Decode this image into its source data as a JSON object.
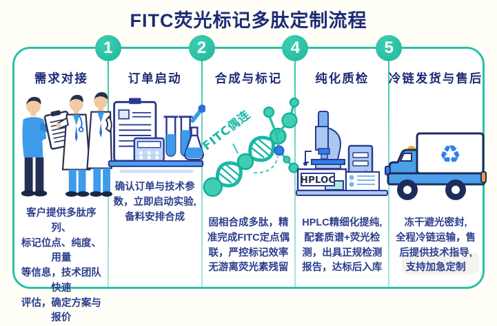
{
  "page": {
    "title": "FITC荧光标记多肽定制流程",
    "accent_teal": "#29bfa4",
    "navy": "#1d2b76",
    "body_text_color": "#2b3e8c",
    "card_background": "#ffffff",
    "page_background": "#fffef7"
  },
  "step_numbers": [
    "1",
    "2",
    "4",
    "5"
  ],
  "steps": [
    {
      "title": "需求对接",
      "icon": "consultation-people-illustration",
      "description": "客户提供多肽序列、\n标记位点、纯度、用量\n等信息，技术团队快速\n评估，确定方案与报价"
    },
    {
      "title": "订单启动",
      "icon": "lab-order-desk-illustration",
      "description": "确认订单与技术参\n数，立即启动实验,\n备料安排合成"
    },
    {
      "title": "合成与标记",
      "icon": "dna-fitc-molecule-illustration",
      "label": "FITC偶连",
      "description": "固相合成多肽，精\n准完成FITC定点偶\n联，严控标记效率\n无游离荧光素残留"
    },
    {
      "title": "纯化质检",
      "icon": "hplc-instrument-illustration",
      "machine_label": "HPLOC",
      "description": "HPLC精细化提纯,\n配套质谱+荧光检\n测，出具正规检测\n报告，达标后入库"
    },
    {
      "title": "冷链发货与售后",
      "icon": "cold-chain-truck-illustration",
      "box_icon": "♻",
      "description": "冻干避光密封,\n全程冷链运输，售\n后提供技术指导,\n支持加急定制"
    }
  ]
}
